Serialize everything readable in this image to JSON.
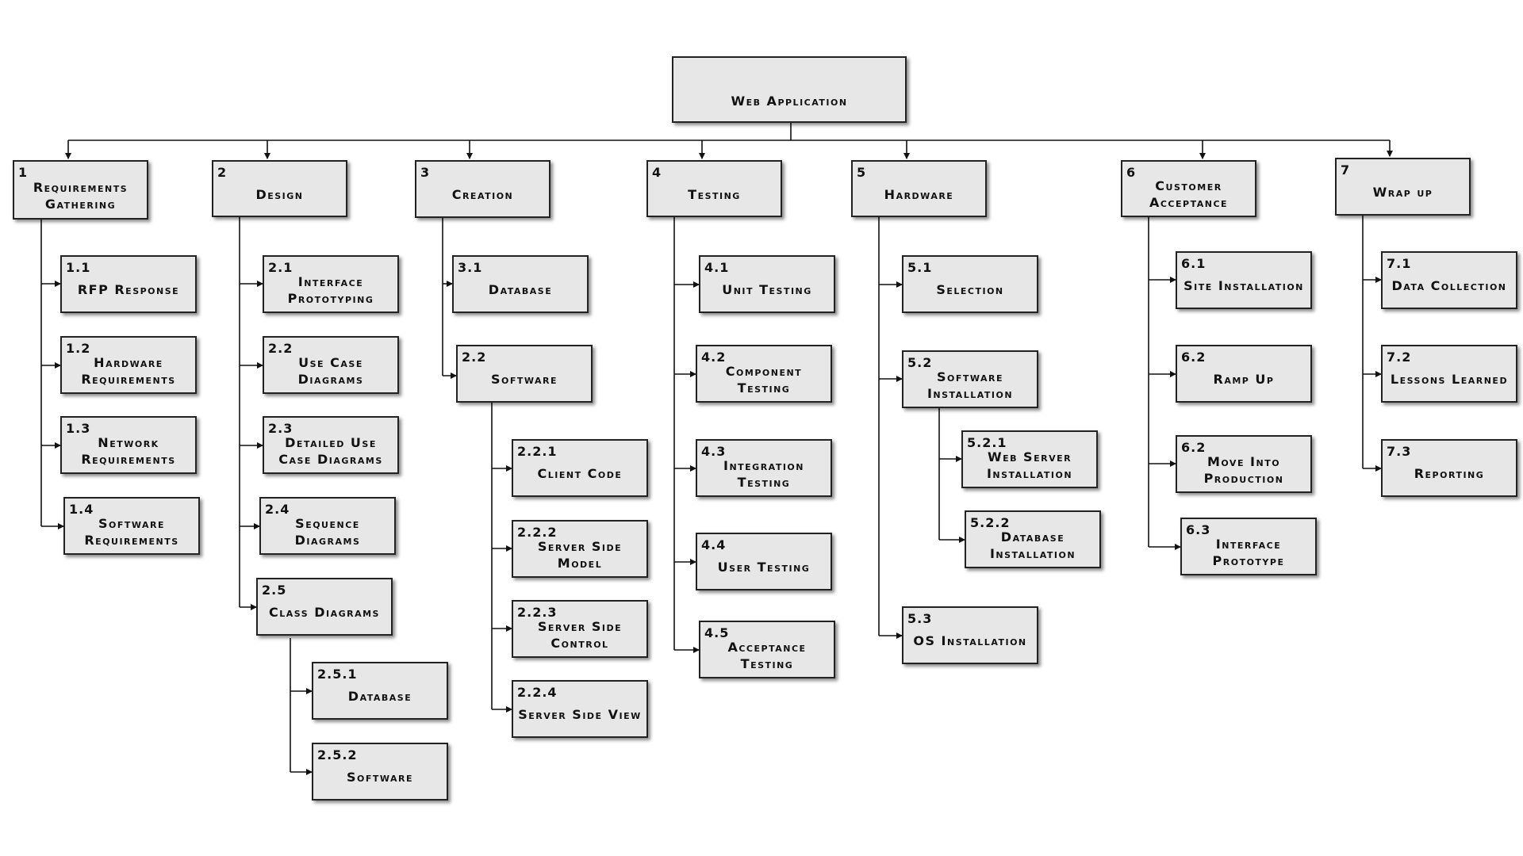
{
  "root": {
    "label": "Web Application"
  },
  "top": [
    {
      "num": "1",
      "label": "Requirements Gathering"
    },
    {
      "num": "2",
      "label": "Design"
    },
    {
      "num": "3",
      "label": "Creation"
    },
    {
      "num": "4",
      "label": "Testing"
    },
    {
      "num": "5",
      "label": "Hardware"
    },
    {
      "num": "6",
      "label": "Customer Acceptance"
    },
    {
      "num": "7",
      "label": "Wrap up"
    }
  ],
  "c1": [
    {
      "num": "1.1",
      "label": "RFP Response"
    },
    {
      "num": "1.2",
      "label": "Hardware Requirements"
    },
    {
      "num": "1.3",
      "label": "Network Requirements"
    },
    {
      "num": "1.4",
      "label": "Software Requirements"
    }
  ],
  "c2": [
    {
      "num": "2.1",
      "label": "Interface Prototyping"
    },
    {
      "num": "2.2",
      "label": "Use Case Diagrams"
    },
    {
      "num": "2.3",
      "label": "Detailed Use Case Diagrams"
    },
    {
      "num": "2.4",
      "label": "Sequence Diagrams"
    },
    {
      "num": "2.5",
      "label": "Class Diagrams"
    }
  ],
  "c25": [
    {
      "num": "2.5.1",
      "label": "Database"
    },
    {
      "num": "2.5.2",
      "label": "Software"
    }
  ],
  "c3": [
    {
      "num": "3.1",
      "label": "Database"
    },
    {
      "num": "2.2",
      "label": "Software"
    }
  ],
  "c22": [
    {
      "num": "2.2.1",
      "label": "Client Code"
    },
    {
      "num": "2.2.2",
      "label": "Server Side Model"
    },
    {
      "num": "2.2.3",
      "label": "Server Side Control"
    },
    {
      "num": "2.2.4",
      "label": "Server Side View"
    }
  ],
  "c4": [
    {
      "num": "4.1",
      "label": "Unit Testing"
    },
    {
      "num": "4.2",
      "label": "Component Testing"
    },
    {
      "num": "4.3",
      "label": "Integration Testing"
    },
    {
      "num": "4.4",
      "label": "User Testing"
    },
    {
      "num": "4.5",
      "label": "Acceptance Testing"
    }
  ],
  "c5": [
    {
      "num": "5.1",
      "label": "Selection"
    },
    {
      "num": "5.2",
      "label": "Software Installation"
    },
    {
      "num": "5.3",
      "label": "OS Installation"
    }
  ],
  "c52": [
    {
      "num": "5.2.1",
      "label": "Web Server Installation"
    },
    {
      "num": "5.2.2",
      "label": "Database Installation"
    }
  ],
  "c6": [
    {
      "num": "6.1",
      "label": "Site Installation"
    },
    {
      "num": "6.2",
      "label": "Ramp Up"
    },
    {
      "num": "6.2",
      "label": "Move Into Production"
    },
    {
      "num": "6.3",
      "label": "Interface Prototype"
    }
  ],
  "c7": [
    {
      "num": "7.1",
      "label": "Data Collection"
    },
    {
      "num": "7.2",
      "label": "Lessons Learned"
    },
    {
      "num": "7.3",
      "label": "Reporting"
    }
  ]
}
